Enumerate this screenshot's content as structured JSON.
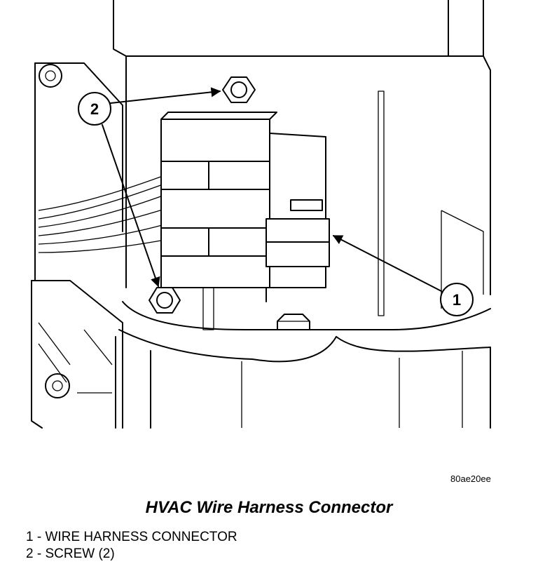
{
  "figure": {
    "id": "80ae20ee",
    "caption": "HVAC Wire Harness Connector",
    "callouts": [
      {
        "number": "1",
        "label": "WIRE HARNESS CONNECTOR"
      },
      {
        "number": "2",
        "label": "SCREW (2)"
      }
    ]
  },
  "legend": [
    {
      "text": "1 - WIRE HARNESS CONNECTOR"
    },
    {
      "text": "2 - SCREW (2)"
    }
  ]
}
